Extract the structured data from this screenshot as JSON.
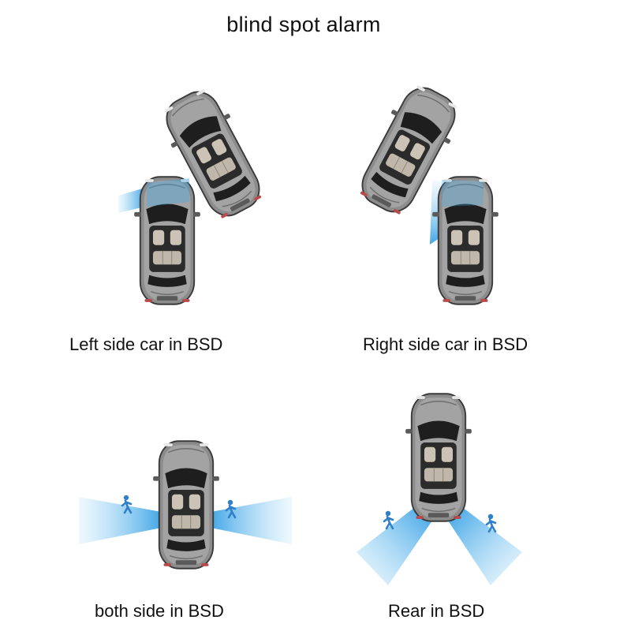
{
  "title": "blind spot alarm",
  "panels": [
    {
      "id": "left",
      "caption": "Left side car in BSD"
    },
    {
      "id": "right",
      "caption": "Right side car in BSD"
    },
    {
      "id": "both",
      "caption": "both side in BSD"
    },
    {
      "id": "rear",
      "caption": "Rear in BSD"
    }
  ],
  "colors": {
    "car_body": "#8a8a8a",
    "car_dark": "#3a3a3a",
    "glass": "#1e1e1e",
    "seat": "#c9c2b6",
    "beam": "#3aa8e8",
    "pedestrian": "#2f7fc9"
  },
  "icons": [
    "car-top-view-icon",
    "pedestrian-icon",
    "sensor-beam-icon"
  ]
}
